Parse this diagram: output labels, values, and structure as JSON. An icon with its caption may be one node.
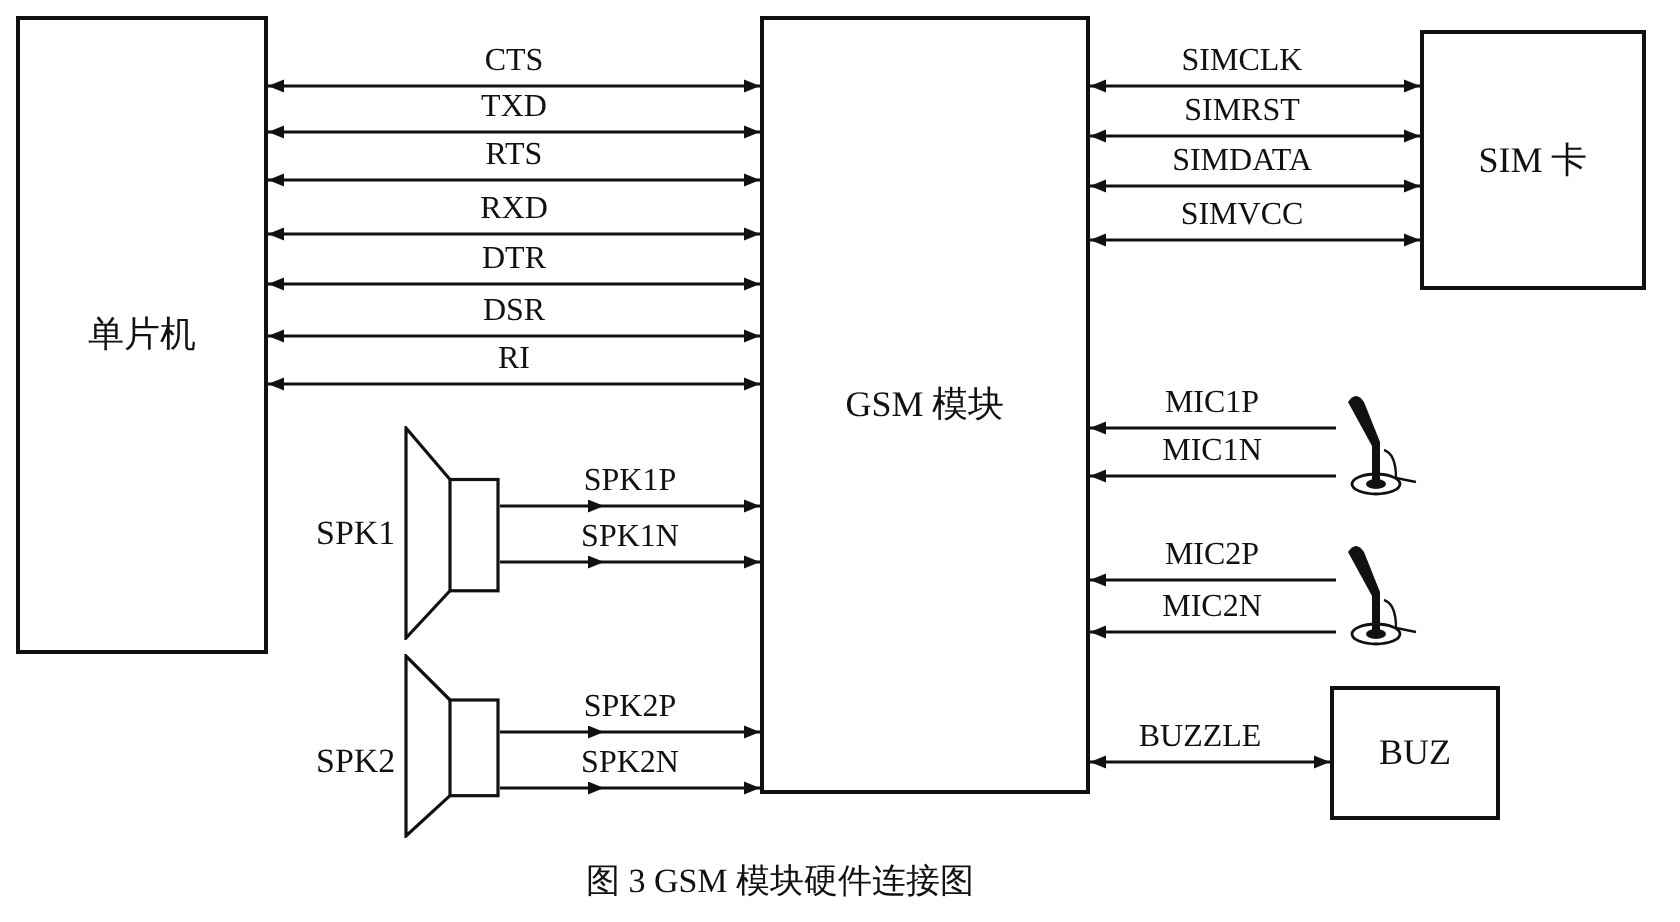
{
  "diagram": {
    "caption": "图 3 GSM 模块硬件连接图",
    "nodes": [
      {
        "text": [
          "单片机"
        ]
      },
      {
        "text": [
          "GSM 模块"
        ]
      },
      {
        "text": [
          "SIM 卡"
        ]
      },
      {
        "text": [
          "BUZ"
        ]
      },
      {
        "text": [],
        "shape": "speaker",
        "beside": [
          "SPK1"
        ]
      },
      {
        "text": [],
        "shape": "speaker",
        "beside": [
          "SPK2"
        ]
      },
      {
        "text": [],
        "shape": "microphone"
      },
      {
        "text": [],
        "shape": "microphone"
      }
    ],
    "edges": [
      {
        "from": 0,
        "to": 1,
        "arrow": "both",
        "label": "CTS"
      },
      {
        "from": 0,
        "to": 1,
        "arrow": "both",
        "label": "TXD"
      },
      {
        "from": 0,
        "to": 1,
        "arrow": "both",
        "label": "RTS"
      },
      {
        "from": 0,
        "to": 1,
        "arrow": "both",
        "label": "RXD"
      },
      {
        "from": 0,
        "to": 1,
        "arrow": "both",
        "label": "DTR"
      },
      {
        "from": 0,
        "to": 1,
        "arrow": "both",
        "label": "DSR"
      },
      {
        "from": 0,
        "to": 1,
        "arrow": "both",
        "label": "RI"
      },
      {
        "from": 1,
        "to": 2,
        "arrow": "both",
        "label": "SIMCLK"
      },
      {
        "from": 1,
        "to": 2,
        "arrow": "both",
        "label": "SIMRST"
      },
      {
        "from": 1,
        "to": 2,
        "arrow": "both",
        "label": "SIMDATA"
      },
      {
        "from": 1,
        "to": 2,
        "arrow": "both",
        "label": "SIMVCC"
      },
      {
        "from": 4,
        "to": 1,
        "arrow": "to",
        "label": "SPK1P"
      },
      {
        "from": 4,
        "to": 1,
        "arrow": "to",
        "label": "SPK1N"
      },
      {
        "from": 5,
        "to": 1,
        "arrow": "to",
        "label": "SPK2P"
      },
      {
        "from": 5,
        "to": 1,
        "arrow": "to",
        "label": "SPK2N"
      },
      {
        "from": 6,
        "to": 1,
        "arrow": "to",
        "label": "MIC1P"
      },
      {
        "from": 6,
        "to": 1,
        "arrow": "to",
        "label": "MIC1N"
      },
      {
        "from": 7,
        "to": 1,
        "arrow": "to",
        "label": "MIC2P"
      },
      {
        "from": 7,
        "to": 1,
        "arrow": "to",
        "label": "MIC2N"
      },
      {
        "from": 1,
        "to": 3,
        "arrow": "both",
        "label": "BUZZLE"
      }
    ]
  }
}
